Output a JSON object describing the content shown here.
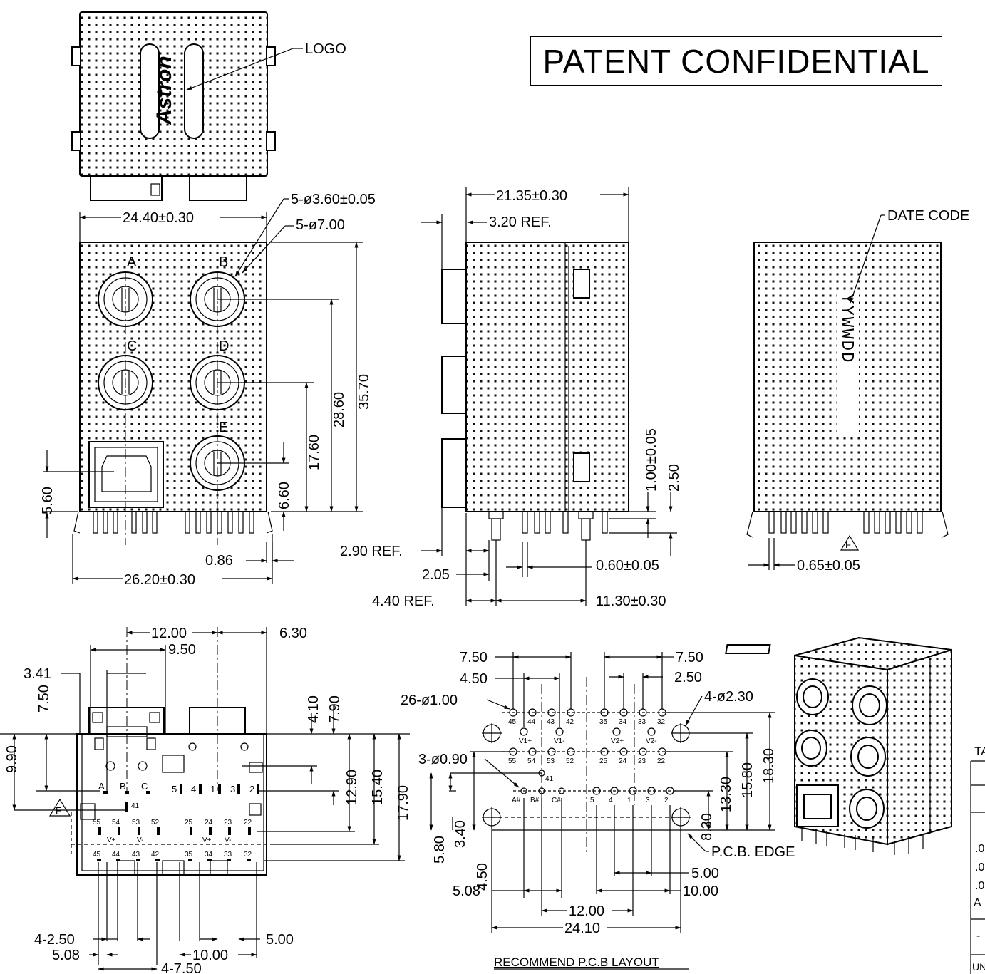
{
  "banner": {
    "text": "PATENT CONFIDENTIAL"
  },
  "top_view": {
    "logo_label": "LOGO",
    "brand": "Astron"
  },
  "front_view": {
    "jack_letters": [
      "A",
      "B",
      "C",
      "D",
      "E"
    ],
    "dim_width": "24.40±0.30",
    "dim_hole_small": "5-ø3.60±0.05",
    "dim_hole_large": "5-ø7.00",
    "dim_height_total": "35.70",
    "dim_28": "28.60",
    "dim_17": "17.60",
    "dim_6_60": "6.60",
    "dim_5_60": "5.60",
    "dim_0_86": "0.86",
    "dim_base": "26.20±0.30"
  },
  "side_view": {
    "dim_depth": "21.35±0.30",
    "dim_3_20": "3.20 REF.",
    "dim_1_00": "1.00±0.05",
    "dim_2_50": "2.50",
    "dim_2_90": "2.90 REF.",
    "dim_2_05": "2.05",
    "dim_0_60": "0.60±0.05",
    "dim_4_40": "4.40 REF.",
    "dim_11_30": "11.30±0.30"
  },
  "rear_view": {
    "date_code_label": "DATE CODE",
    "date_code": "YYWWDD",
    "dim_0_65": "0.65±0.05",
    "mark": "F"
  },
  "bottom_view": {
    "dims": {
      "d12": "12.00",
      "d6_30": "6.30",
      "d9_50": "9.50",
      "d3_41": "3.41",
      "d7_50": "7.50",
      "d4_10": "4.10",
      "d7_90": "7.90",
      "d9_90": "9.90",
      "d12_90": "12.90",
      "d15_40": "15.40",
      "d17_90": "17.90",
      "d4_2_50": "4-2.50",
      "d5_08": "5.08",
      "d5_00": "5.00",
      "d10_00": "10.00",
      "d4_7_50": "4-7.50"
    },
    "letters": [
      "A",
      "B",
      "C"
    ],
    "pins_top": [
      "5",
      "4",
      "1",
      "3",
      "2"
    ],
    "pin41": "41",
    "pins_mid": [
      "55",
      "54",
      "53",
      "52",
      "25",
      "24",
      "23",
      "22"
    ],
    "vlabels": [
      "V+",
      "V-",
      "V+",
      "V-"
    ],
    "pins_bot": [
      "45",
      "44",
      "43",
      "42",
      "35",
      "34",
      "33",
      "32"
    ],
    "mark": "F"
  },
  "pcb_layout": {
    "title": "RECOMMEND P.C.B LAYOUT",
    "edge_label": "P.C.B. EDGE",
    "dims": {
      "d7_50a": "7.50",
      "d4_50a": "4.50",
      "d26": "26-ø1.00",
      "d7_50b": "7.50",
      "d2_50": "2.50",
      "d4_2_30": "4-ø2.30",
      "d3_0_90": "3-ø0.90",
      "d8_30": "8.30",
      "d13_30": "13.30",
      "d15_80": "15.80",
      "d18_30": "18.30",
      "d5_80": "5.80",
      "d3_40": "3.40",
      "d4_50b": "4.50",
      "d5_08": "5.08",
      "d5_00": "5.00",
      "d10_00": "10.00",
      "d12_00": "12.00",
      "d24_10": "24.10"
    },
    "pins_row1": [
      "45",
      "44",
      "43",
      "42",
      "35",
      "34",
      "33",
      "32"
    ],
    "vrow": [
      "V1+",
      "V1-",
      "V2+",
      "V2-"
    ],
    "pins_row3": [
      "55",
      "54",
      "53",
      "52",
      "25",
      "24",
      "23",
      "22"
    ],
    "pin41": "41",
    "row5": [
      "A#",
      "B#",
      "C#",
      "5",
      "4",
      "1",
      "3",
      "2"
    ]
  },
  "table_fragment": {
    "lines": [
      "TA",
      ".0",
      ".0",
      ".0",
      "A",
      "-",
      "UN"
    ]
  }
}
